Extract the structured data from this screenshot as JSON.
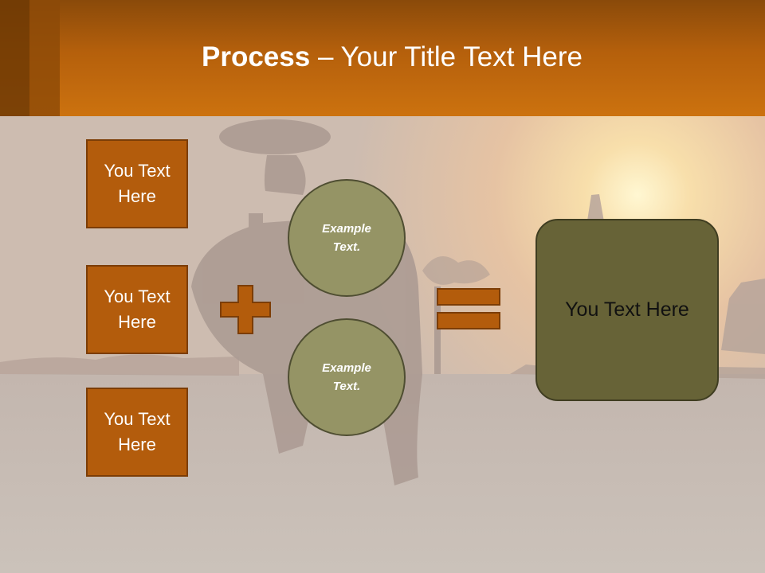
{
  "slide": {
    "title_bold": "Process",
    "title_rest": " – Your Title Text Here",
    "left_boxes": [
      {
        "label": "You Text Here"
      },
      {
        "label": "You Text Here"
      },
      {
        "label": "You Text Here"
      }
    ],
    "circles": [
      {
        "label": "Example Text."
      },
      {
        "label": "Example Text."
      }
    ],
    "result": {
      "label": "You Text Here"
    },
    "operators": {
      "plus": "plus-sign",
      "equals": "equals-sign"
    }
  },
  "colors": {
    "header_orange": "#cc720f",
    "box_orange": "#b35c0c",
    "circle_olive": "#959465",
    "result_olive": "#676337"
  }
}
